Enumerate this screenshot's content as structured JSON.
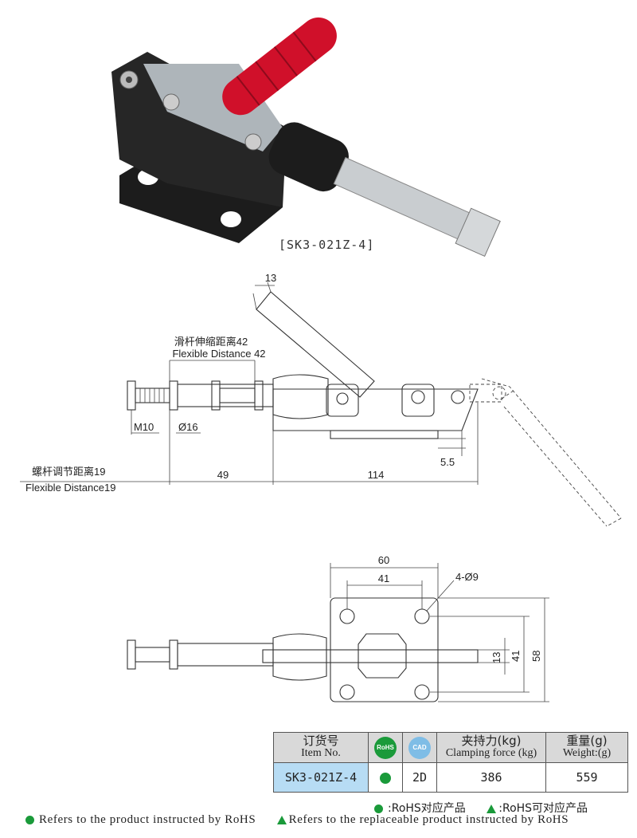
{
  "caption": "[SK3-021Z-4]",
  "side_view": {
    "dim_top": "13",
    "slide_label_cn": "滑杆伸缩距离42",
    "slide_label_en": "Flexible Distance 42",
    "thread": "M10",
    "diameter": "Ø16",
    "screw_label_cn": "螺杆调节距离19",
    "screw_label_en": "Flexible Distance19",
    "dim_49": "49",
    "dim_114": "114",
    "dim_5_5": "5.5"
  },
  "top_view": {
    "dim_60": "60",
    "dim_41_top": "41",
    "holes": "4-Ø9",
    "dim_13": "13",
    "dim_41_side": "41",
    "dim_58": "58"
  },
  "table": {
    "col_item_cn": "订货号",
    "col_item_en": "Item No.",
    "rohs_badge": "RoHS",
    "cad_badge": "CAD",
    "col_force_cn": "夹持力(kg)",
    "col_force_en": "Clamping force (kg)",
    "col_weight_cn": "重量(g)",
    "col_weight_en": "Weight:(g)",
    "item_no": "SK3-021Z-4",
    "cad": "2D",
    "force": "386",
    "weight": "559"
  },
  "legend": {
    "cn_rohs": ":RoHS对应产品",
    "cn_replace": ":RoHS可对应产品",
    "en_rohs": "Refers to the product instructed by RoHS",
    "en_replace": "Refers to the replaceable product instructed by RoHS"
  },
  "colors": {
    "green": "#1a9a3a",
    "red_grip": "#d0102a",
    "item_bg": "#b7dcf4",
    "header_bg": "#d9d9d9"
  }
}
